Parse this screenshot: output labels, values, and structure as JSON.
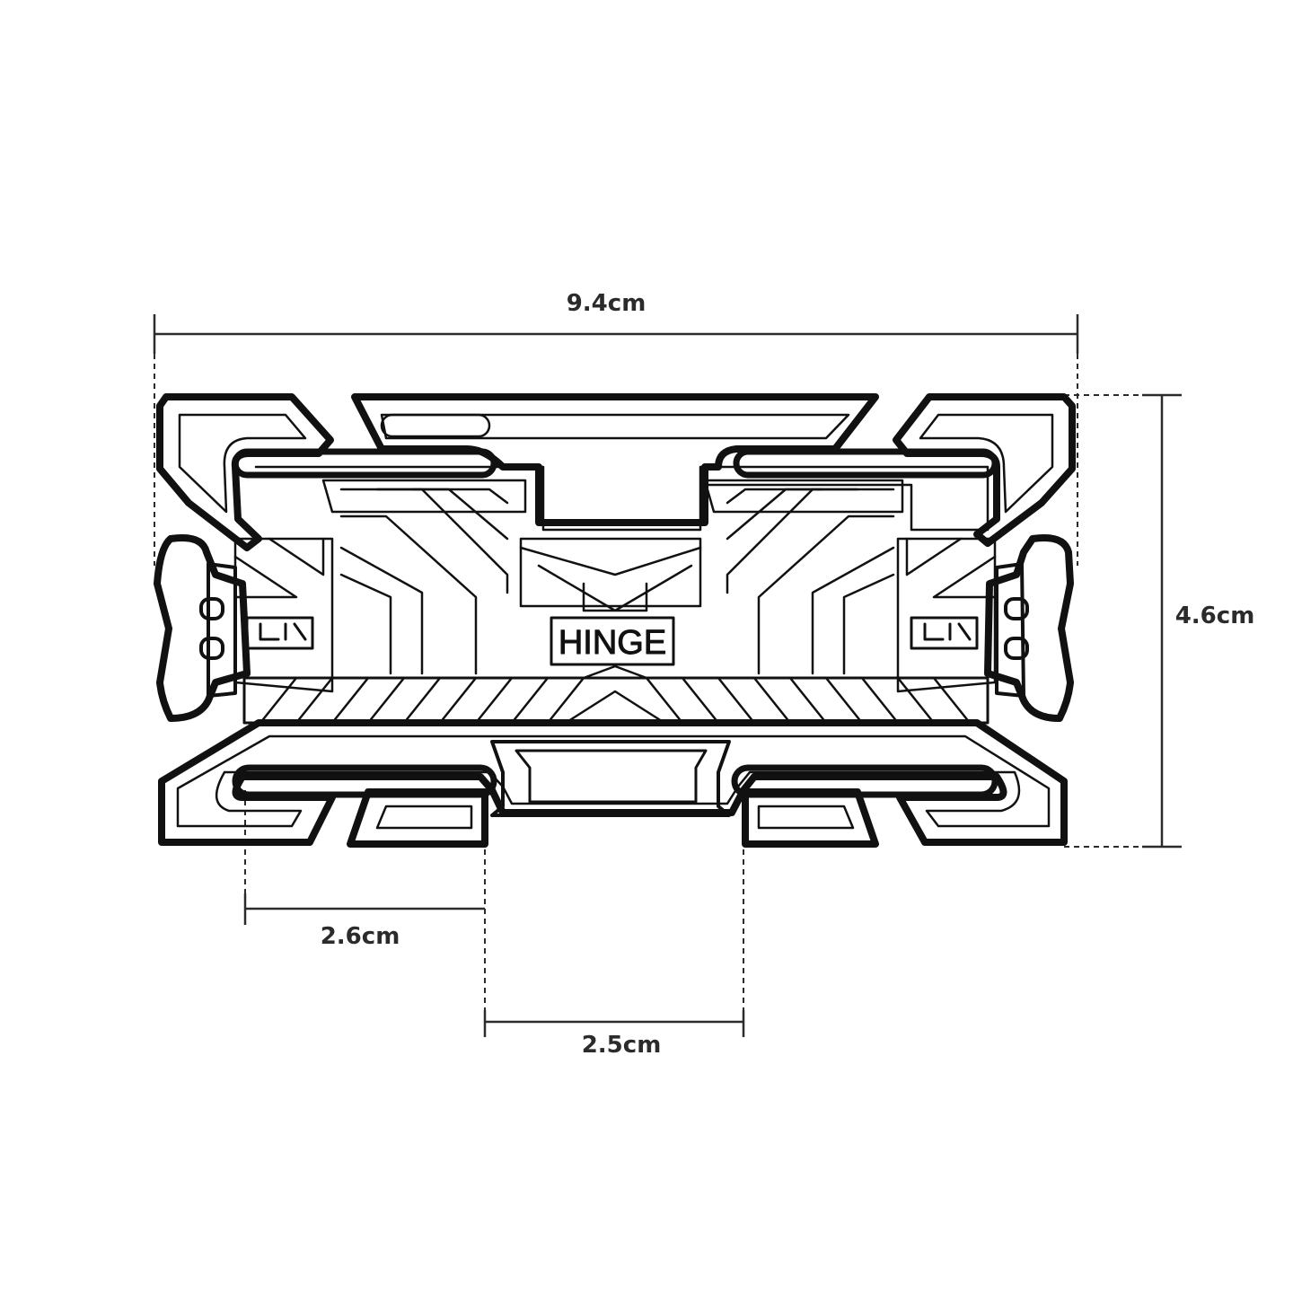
{
  "dimensions": {
    "width": "9.4cm",
    "height": "4.6cm",
    "slot_left": "2.6cm",
    "slot_center": "2.5cm"
  },
  "part": {
    "label": "HINGE"
  },
  "colors": {
    "stroke": "#111111",
    "dimension_line": "#2b2b2b",
    "background": "#ffffff"
  }
}
